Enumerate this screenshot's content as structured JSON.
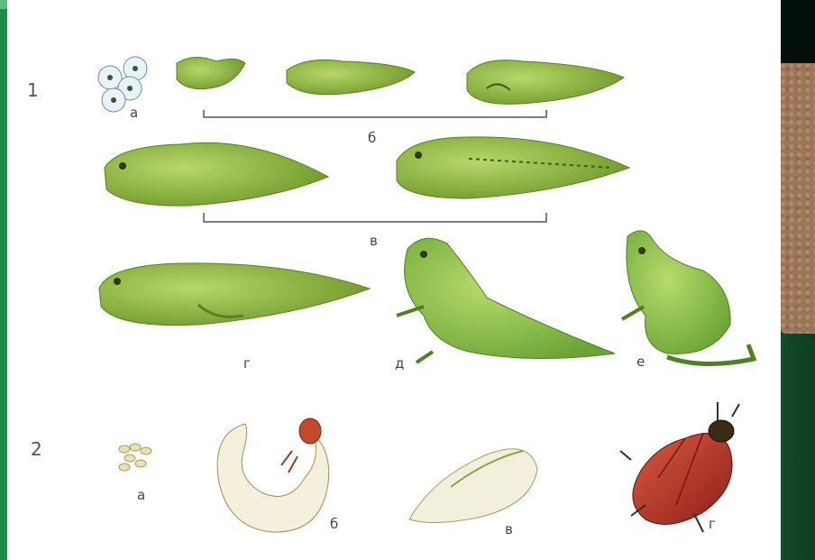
{
  "rows": {
    "frog_number": "1",
    "beetle_number": "2"
  },
  "frog_labels": {
    "a": "а",
    "b": "б",
    "v": "в",
    "g": "г",
    "d": "д",
    "e": "е"
  },
  "beetle_labels": {
    "a": "а",
    "b": "б",
    "v": "в",
    "g": "г"
  },
  "colors": {
    "tadpole": "#8fb83e",
    "tadpole_dark": "#5d7f22",
    "frog": "#8cc043",
    "larva": "#f3efdc",
    "beetle": "#b2342a",
    "background": "#2c9a57"
  }
}
